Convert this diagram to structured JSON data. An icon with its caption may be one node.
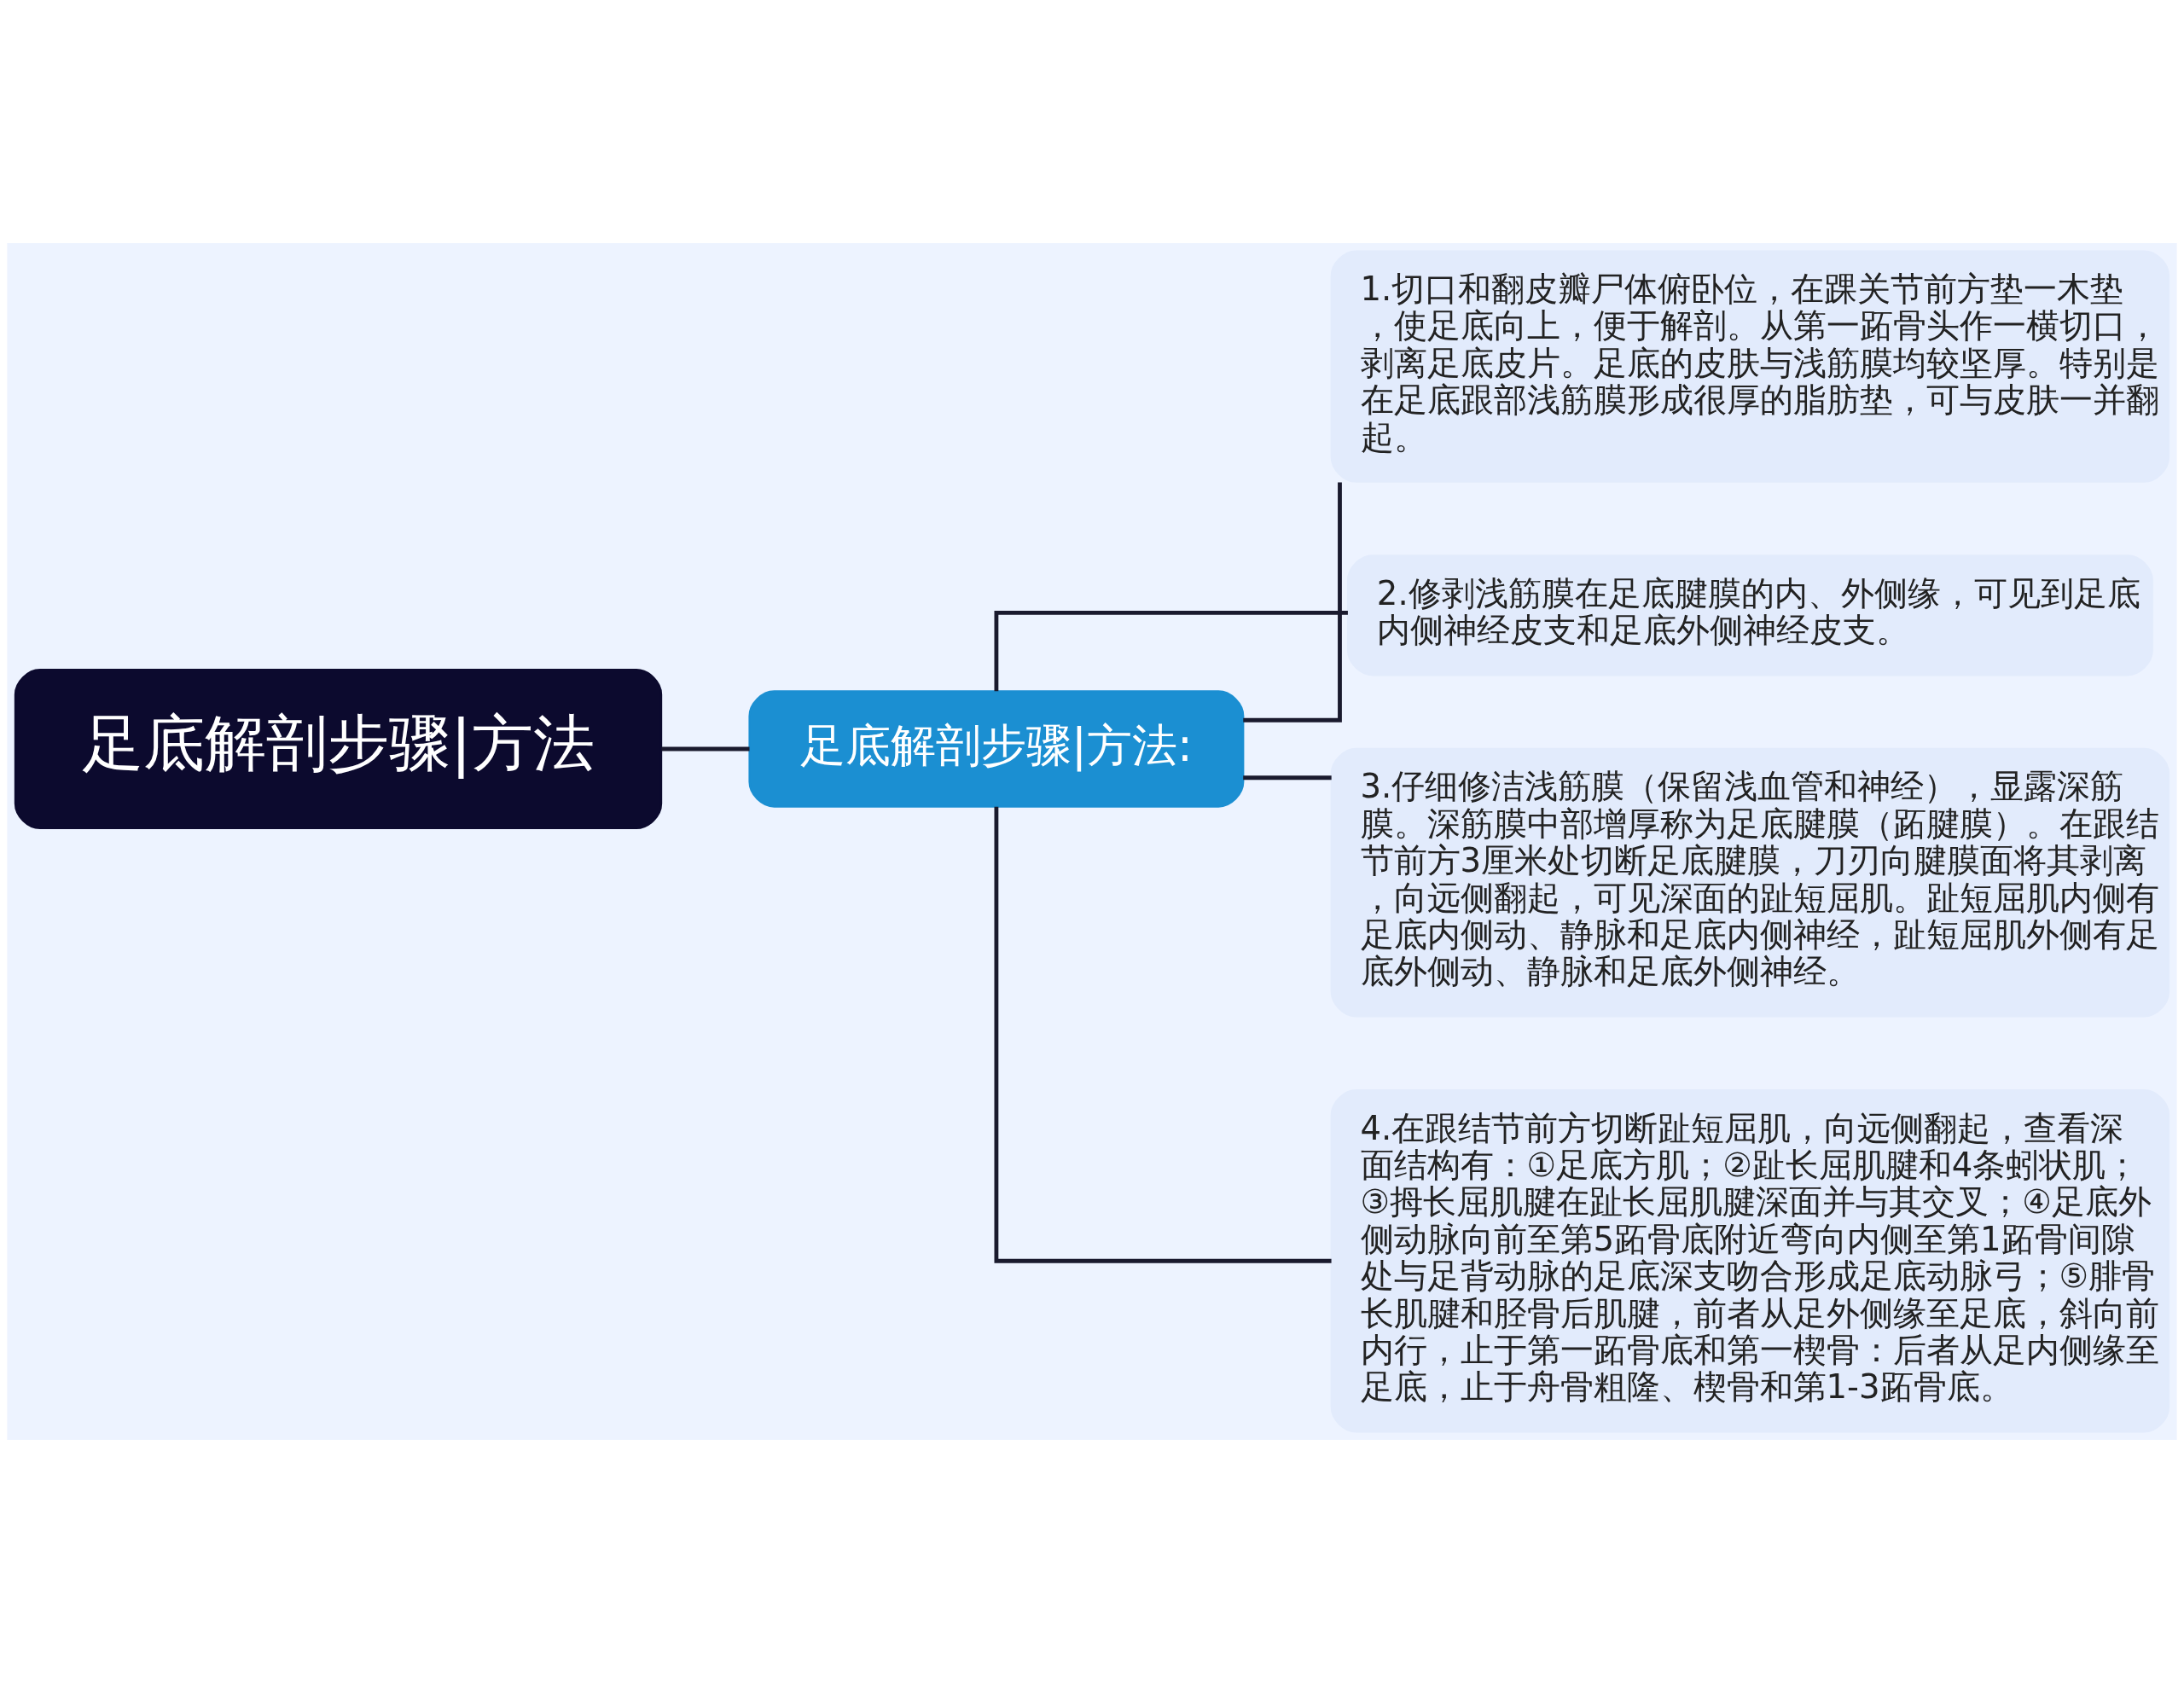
{
  "diagram": {
    "nodes": [
      {
        "text": [
          "足底解剖步骤|方法"
        ]
      },
      {
        "text": [
          "足底解剖步骤|方法:"
        ]
      },
      {
        "text": [
          "1.切口和翻皮瓣尸体俯卧位，在踝关节前方垫一木垫，使足底向上，便于解剖。从第一跖骨头作一横切口，剥离足底皮片。足底的皮肤与浅筋膜均较坚厚。特别是在足底跟部浅筋膜形成很厚的脂肪垫，可与皮肤一并翻起。"
        ]
      },
      {
        "text": [
          "2.修剥浅筋膜在足底腱膜的内、外侧缘，可见到足底内侧神经皮支和足底外侧神经皮支。"
        ]
      },
      {
        "text": [
          "3.仔细修洁浅筋膜（保留浅血管和神经），显露深筋膜。深筋膜中部增厚称为足底腱膜（跖腱膜）。在跟结节前方3厘米处切断足底腱膜，刀刃向腱膜面将其剥离，向远侧翻起，可见深面的趾短屈肌。趾短屈肌内侧有足底内侧动、静脉和足底内侧神经，趾短屈肌外侧有足底外侧动、静脉和足底外侧神经。"
        ]
      },
      {
        "text": [
          "4.在跟结节前方切断趾短屈肌，向远侧翻起，查看深面结构有：①足底方肌；②趾长屈肌腱和4条蚓状肌；③拇长屈肌腱在趾长屈肌腱深面并与其交叉；④足底外侧动脉向前至第5跖骨底附近弯向内侧至第1跖骨间隙处与足背动脉的足底深支吻合形成足底动脉弓；⑤腓骨长肌腱和胫骨后肌腱，前者从足外侧缘至足底，斜向前内行，止于第一跖骨底和第一楔骨：后者从足内侧缘至足底，止于舟骨粗隆、楔骨和第1-3跖骨底。"
        ]
      }
    ],
    "edges": [
      {
        "from": 0,
        "to": 1,
        "arrow": "none"
      },
      {
        "from": 1,
        "to": 2,
        "arrow": "none"
      },
      {
        "from": 1,
        "to": 3,
        "arrow": "none"
      },
      {
        "from": 1,
        "to": 4,
        "arrow": "none"
      },
      {
        "from": 1,
        "to": 5,
        "arrow": "none"
      }
    ]
  }
}
